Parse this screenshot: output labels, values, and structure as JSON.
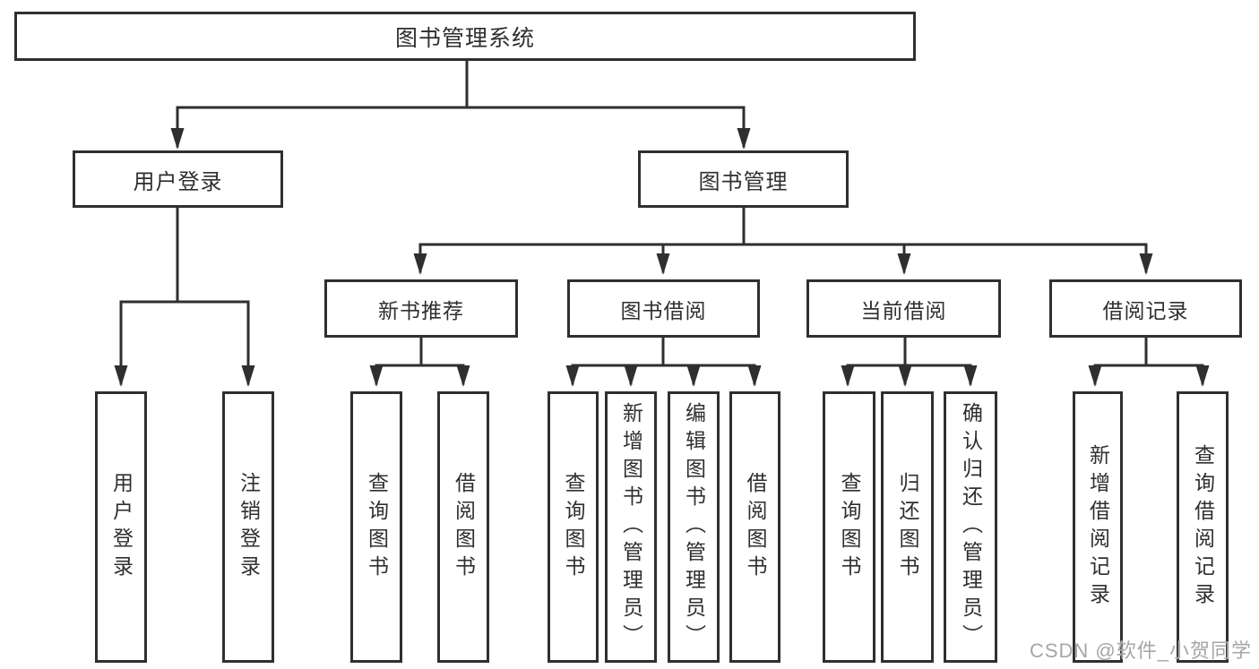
{
  "tree": {
    "label": "图书管理系统",
    "children": [
      {
        "label": "用户登录",
        "children": [
          {
            "label": "用户登录"
          },
          {
            "label": "注销登录"
          }
        ]
      },
      {
        "label": "图书管理",
        "children": [
          {
            "label": "新书推荐",
            "children": [
              {
                "label": "查询图书"
              },
              {
                "label": "借阅图书"
              }
            ]
          },
          {
            "label": "图书借阅",
            "children": [
              {
                "label": "查询图书"
              },
              {
                "label": "新增图书（管理员）"
              },
              {
                "label": "编辑图书（管理员）"
              },
              {
                "label": "借阅图书"
              }
            ]
          },
          {
            "label": "当前借阅",
            "children": [
              {
                "label": "查询图书"
              },
              {
                "label": "归还图书"
              },
              {
                "label": "确认归还（管理员）"
              }
            ]
          },
          {
            "label": "借阅记录",
            "children": [
              {
                "label": "新增借阅记录"
              },
              {
                "label": "查询借阅记录"
              }
            ]
          }
        ]
      }
    ]
  },
  "watermark": {
    "text": "CSDN @软件_小贺同学"
  },
  "colors": {
    "line": "#2f2f2f",
    "box_border": "#2f2f2f",
    "text": "#2f2f2f",
    "background": "#ffffff",
    "watermark": "#a6a6a6"
  }
}
